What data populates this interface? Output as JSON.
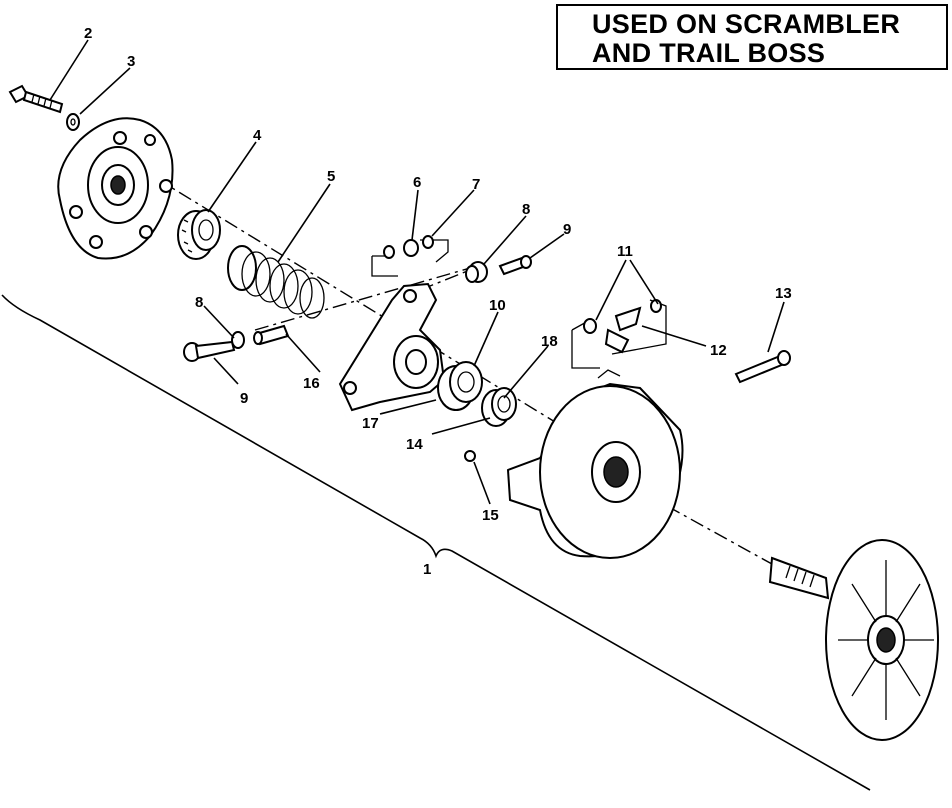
{
  "banner": {
    "line1": "USED ON SCRAMBLER",
    "line2": "AND TRAIL BOSS"
  },
  "callouts": [
    {
      "id": "c1",
      "label": "1"
    },
    {
      "id": "c2",
      "label": "2"
    },
    {
      "id": "c3",
      "label": "3"
    },
    {
      "id": "c4",
      "label": "4"
    },
    {
      "id": "c5",
      "label": "5"
    },
    {
      "id": "c6",
      "label": "6"
    },
    {
      "id": "c7",
      "label": "7"
    },
    {
      "id": "c8a",
      "label": "8"
    },
    {
      "id": "c8b",
      "label": "8"
    },
    {
      "id": "c9a",
      "label": "9"
    },
    {
      "id": "c9b",
      "label": "9"
    },
    {
      "id": "c10",
      "label": "10"
    },
    {
      "id": "c11",
      "label": "11"
    },
    {
      "id": "c12",
      "label": "12"
    },
    {
      "id": "c13",
      "label": "13"
    },
    {
      "id": "c14",
      "label": "14"
    },
    {
      "id": "c15",
      "label": "15"
    },
    {
      "id": "c16",
      "label": "16"
    },
    {
      "id": "c17",
      "label": "17"
    },
    {
      "id": "c18",
      "label": "18"
    }
  ]
}
